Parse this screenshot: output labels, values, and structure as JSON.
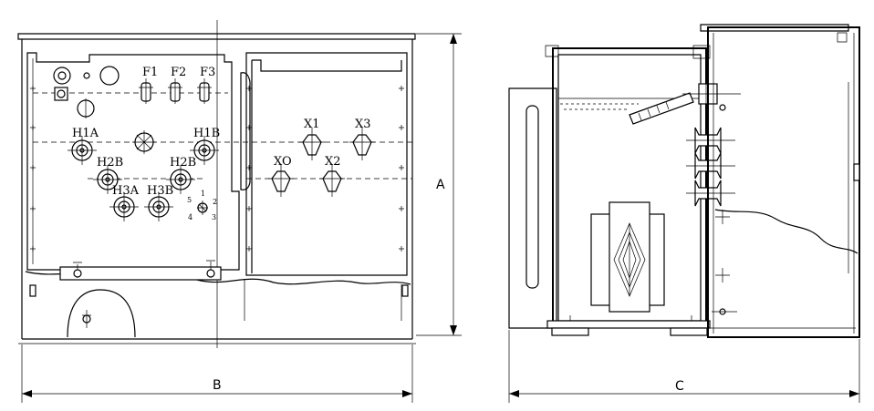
{
  "front_view": {
    "labels": {
      "f1": "F1",
      "f2": "F2",
      "f3": "F3",
      "h1a": "H1A",
      "h1b": "H1B",
      "h2b_left": "H2B",
      "h2b_right": "H2B",
      "h3a": "H3A",
      "h3b": "H3B",
      "x1": "X1",
      "x3": "X3",
      "x0": "XO",
      "x2": "X2",
      "sw1": "1",
      "sw2": "2",
      "sw3": "3",
      "sw4": "4",
      "sw5": "5"
    },
    "dimensions": {
      "height": "A",
      "width": "B"
    }
  },
  "side_view": {
    "dimensions": {
      "depth": "C"
    }
  }
}
